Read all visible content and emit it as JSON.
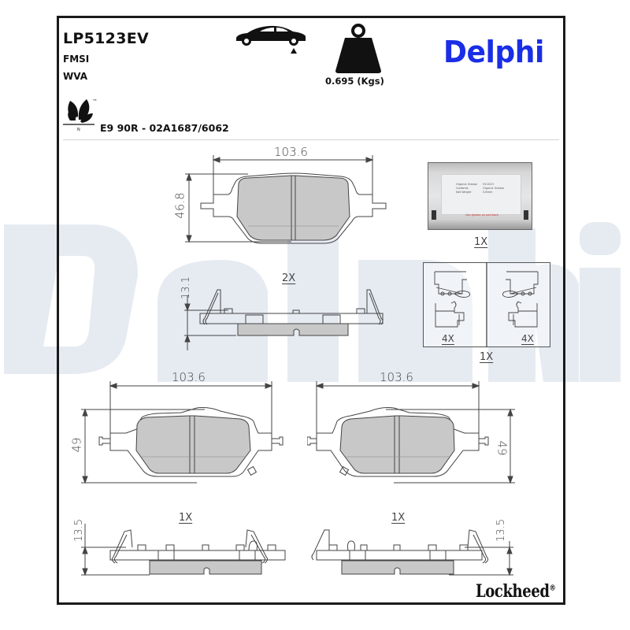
{
  "header": {
    "part_number": "LP5123EV",
    "fmsi_label": "FMSI",
    "wva_label": "WVA",
    "approval": "E9 90R - 02A1687/6062",
    "weight": "0.695 (Kgs)",
    "brand": "Delphi",
    "brand_color": "#1a2ee6"
  },
  "icons": {
    "eco": "eco-leaf-icon",
    "car": "car-rear-axle-icon",
    "weight": "weight-icon"
  },
  "watermark": {
    "text": "Delphi",
    "color": "#e6ebf2"
  },
  "drawings": {
    "top_pad": {
      "width": "103.6",
      "height": "46.8"
    },
    "top_side": {
      "thickness": "13.1",
      "quantity": "2X"
    },
    "accessory_sachet": {
      "quantity": "1X"
    },
    "clip_kit": {
      "left_quantity": "4X",
      "right_quantity": "4X",
      "quantity": "1X"
    },
    "bottom_left_pad": {
      "width": "103.6",
      "height": "49"
    },
    "bottom_right_pad": {
      "width": "103.6",
      "height": "49"
    },
    "bottom_left_side": {
      "thickness": "13.5",
      "quantity": "1X"
    },
    "bottom_right_side": {
      "thickness": "13.5",
      "quantity": "1X"
    }
  },
  "footer": {
    "brand": "Lockheed",
    "registered": "®"
  }
}
